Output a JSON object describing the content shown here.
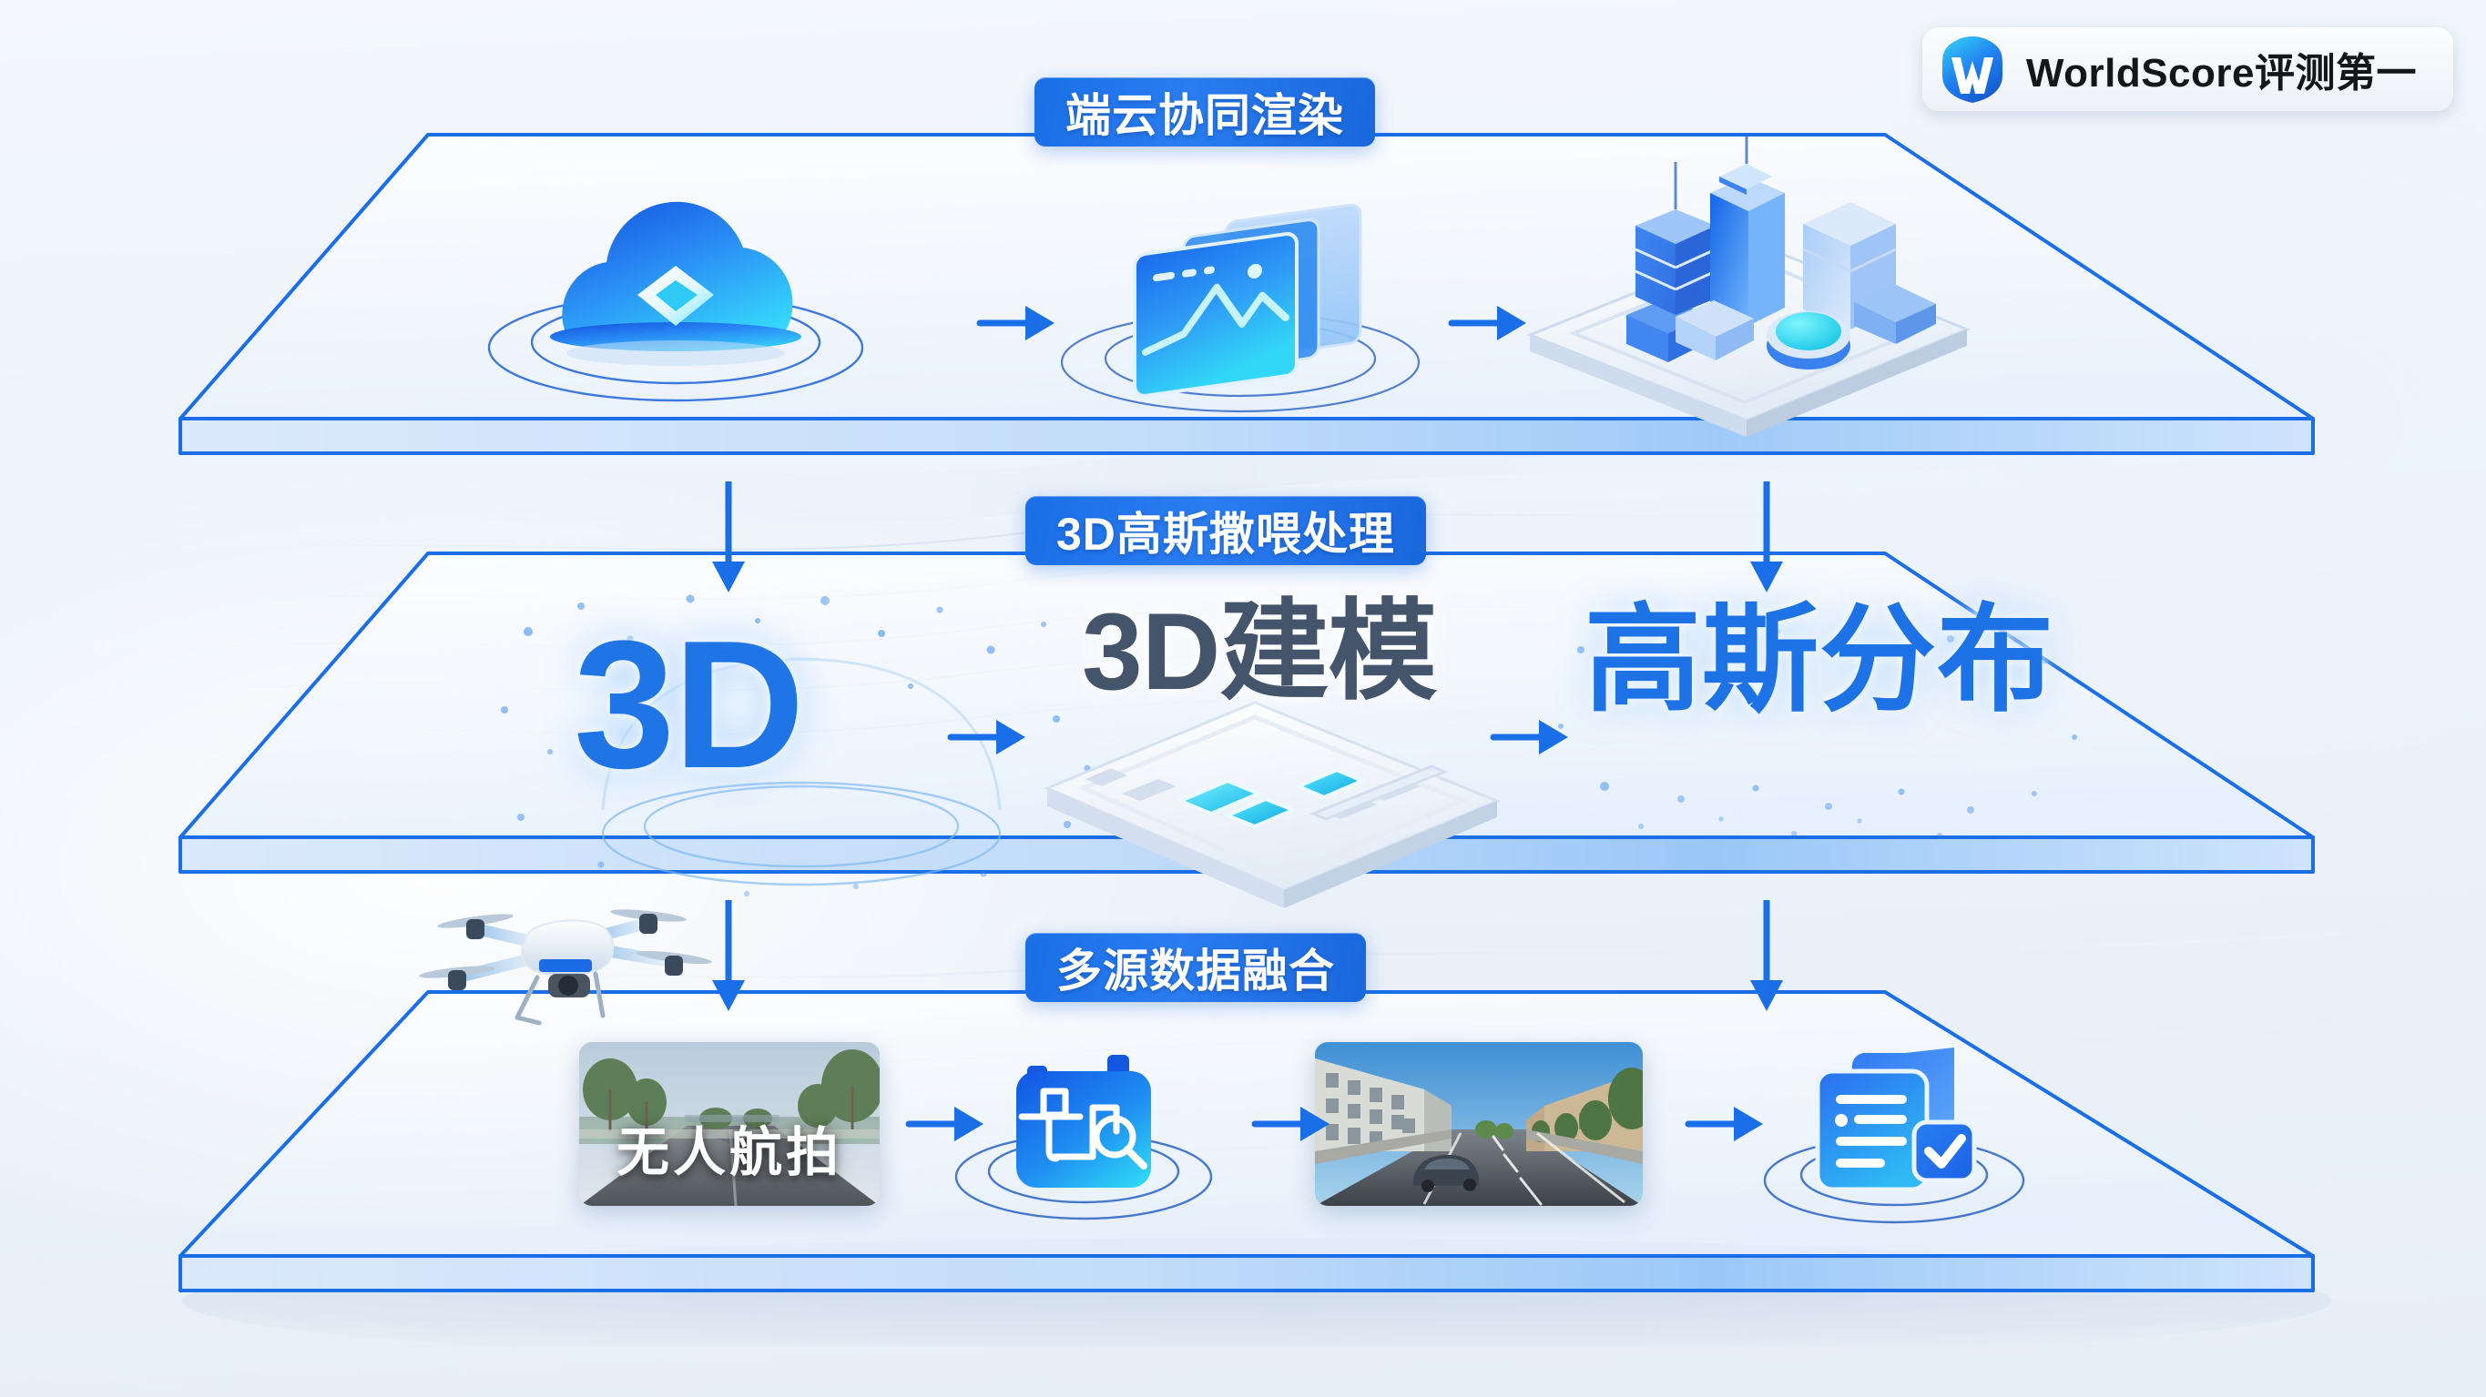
{
  "badge": {
    "logo_icon": "worldscore-shield-w-logo",
    "text": "WorldScore评测第一"
  },
  "layers": [
    {
      "id": "top",
      "title": "端云协同渲染",
      "items": [
        {
          "name": "cloud-gem-icon",
          "icon": "cloud-icon",
          "label": ""
        },
        {
          "name": "image-stack-icon",
          "icon": "image-stack-icon",
          "label": ""
        },
        {
          "name": "city-model-icon",
          "icon": "city-3d-icon",
          "label": ""
        }
      ],
      "arrows": [
        "→",
        "→"
      ]
    },
    {
      "id": "middle",
      "title": "3D高斯撒喂处理",
      "items": [
        {
          "name": "particle-3d-text",
          "icon": "particle-burst-icon",
          "label": "3D"
        },
        {
          "name": "modeling-platform",
          "icon": "platform-icon",
          "label": "3D建模"
        },
        {
          "name": "gaussian-distribution-text",
          "icon": "particle-icon",
          "label": "高斯分布"
        }
      ],
      "arrows": [
        "→",
        "→"
      ]
    },
    {
      "id": "bottom",
      "title": "多源数据融合",
      "items": [
        {
          "name": "aerial-photo-card",
          "icon": "photo-icon",
          "label": "无人航拍"
        },
        {
          "name": "data-search-icon",
          "icon": "data-magnifier-icon",
          "label": ""
        },
        {
          "name": "street-photo-card",
          "icon": "photo-icon",
          "label": ""
        },
        {
          "name": "document-check-icon",
          "icon": "document-check-icon",
          "label": ""
        }
      ],
      "arrows": [
        "→",
        "→",
        "→"
      ],
      "drone_icon": "drone-icon"
    }
  ],
  "connectors": {
    "vertical_icon": "arrow-down-icon",
    "horizontal_icon": "arrow-right-icon",
    "count_vertical": 4
  },
  "colors": {
    "accent_blue": "#1a6ee8",
    "chip_blue": "#2a7cf0",
    "deep_blue": "#1356c8",
    "cyan": "#2ad4f0",
    "slab_stroke": "#1a6ee8",
    "word_slate": "#44556b",
    "background": "#eef4fb"
  }
}
